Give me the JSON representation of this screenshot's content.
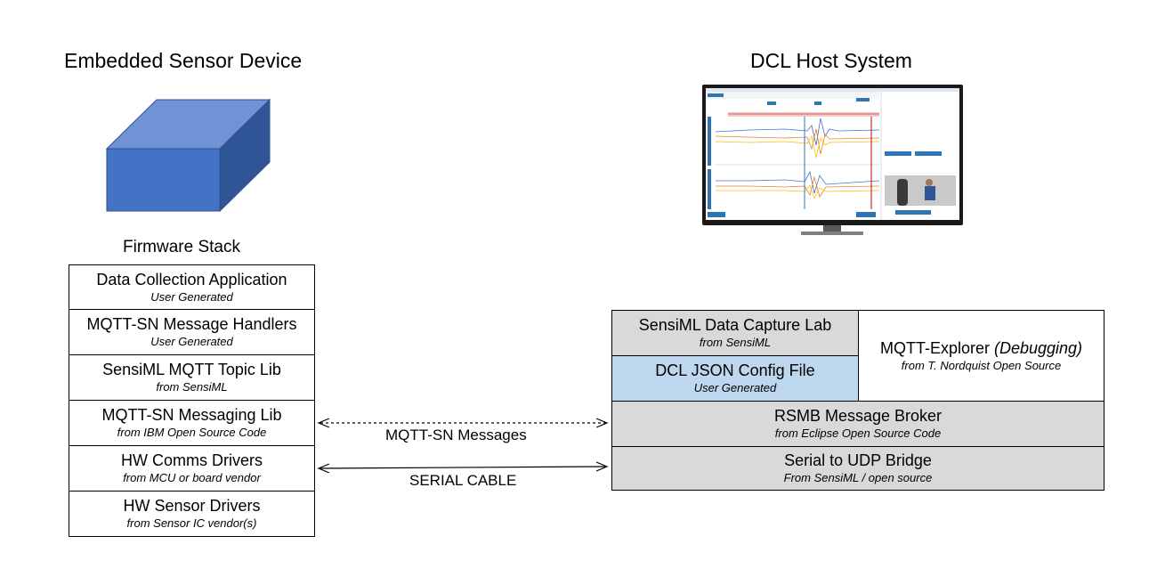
{
  "left": {
    "title": "Embedded Sensor Device",
    "stack_title": "Firmware Stack",
    "stack": [
      {
        "label": "Data Collection Application",
        "note": "User Generated"
      },
      {
        "label": "MQTT-SN Message Handlers",
        "note": "User Generated"
      },
      {
        "label": "SensiML MQTT Topic Lib",
        "note": "from SensiML"
      },
      {
        "label": "MQTT-SN Messaging Lib",
        "note": "from IBM Open Source Code"
      },
      {
        "label": "HW Comms Drivers",
        "note": "from MCU or board vendor"
      },
      {
        "label": "HW Sensor Drivers",
        "note": "from Sensor IC vendor(s)"
      }
    ]
  },
  "right": {
    "title": "DCL Host System",
    "dcl": {
      "label": "SensiML Data Capture Lab",
      "note": "from SensiML"
    },
    "config": {
      "label": "DCL JSON Config File",
      "note": "User Generated"
    },
    "explorer": {
      "label": "MQTT-Explorer",
      "label_suffix": "(Debugging)",
      "note": "from T. Nordquist Open Source"
    },
    "broker": {
      "label": "RSMB Message Broker",
      "note": "from Eclipse Open Source Code"
    },
    "bridge": {
      "label": "Serial to UDP Bridge",
      "note": "From SensiML / open source"
    }
  },
  "connections": {
    "mqtt": "MQTT-SN Messages",
    "serial": "SERIAL CABLE"
  },
  "colors": {
    "cube_front": "#4472c4",
    "cube_top": "#6f93d4",
    "cube_side": "#2f5597",
    "gray_box": "#d9d9d9",
    "blue_box": "#bdd7ee"
  }
}
